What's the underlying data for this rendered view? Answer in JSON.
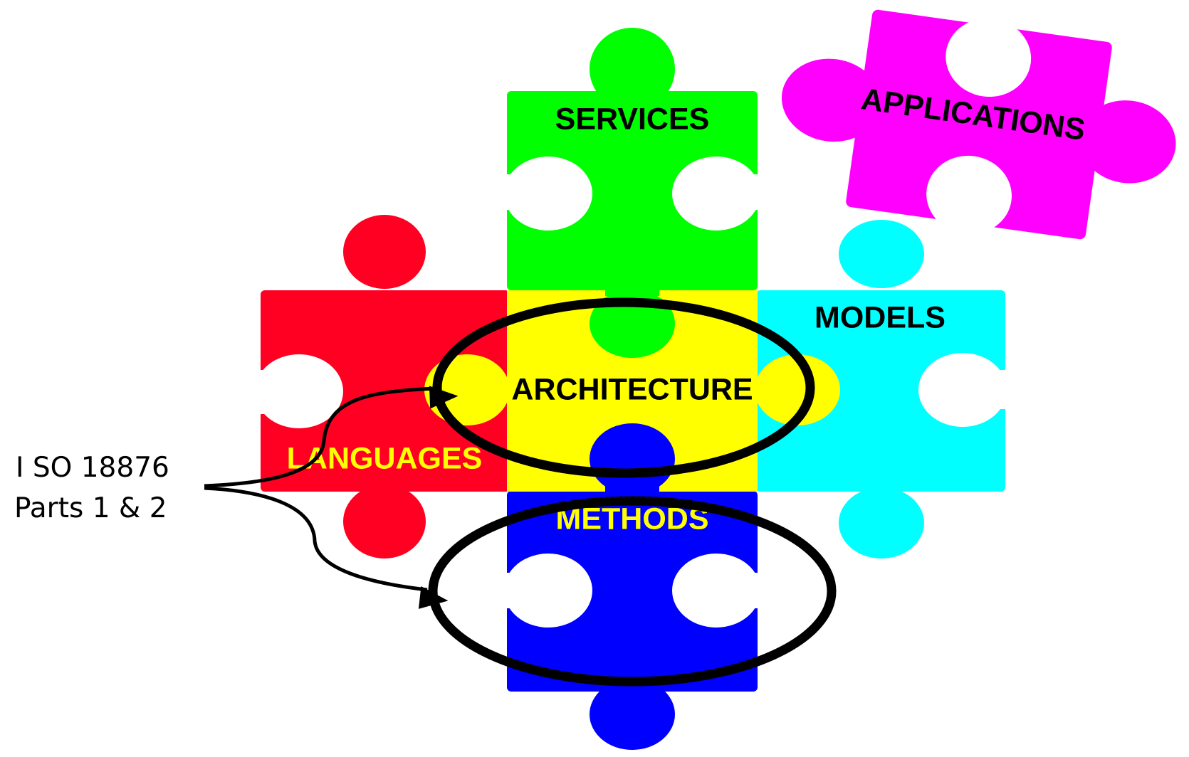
{
  "pieces": {
    "services": {
      "label": "SERVICES",
      "color": "#00ff00",
      "text_color": "#000000"
    },
    "languages": {
      "label": "LANGUAGES",
      "color": "#ff0022",
      "text_color": "#ffff00"
    },
    "architecture": {
      "label": "ARCHITECTURE",
      "color": "#ffff00",
      "text_color": "#000000"
    },
    "models": {
      "label": "MODELS",
      "color": "#00ffff",
      "text_color": "#000000"
    },
    "methods": {
      "label": "METHODS",
      "color": "#0000ff",
      "text_color": "#ffff00"
    },
    "applications": {
      "label": "APPLICATIONS",
      "color": "#ff00ff",
      "text_color": "#000000"
    }
  },
  "annotation": {
    "line1": "I SO 18876",
    "line2": "Parts 1 & 2"
  },
  "highlights": [
    "architecture",
    "methods"
  ]
}
